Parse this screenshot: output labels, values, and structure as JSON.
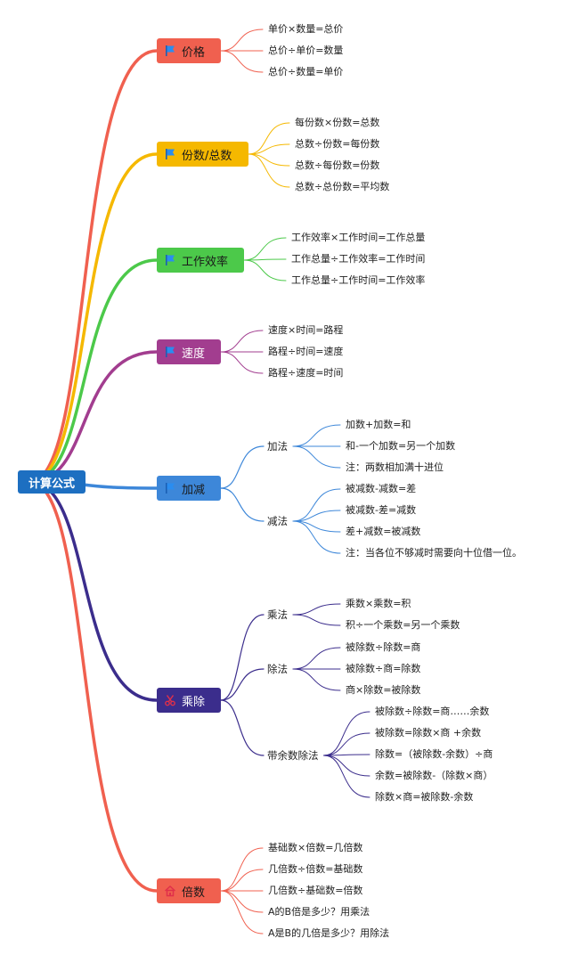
{
  "root": {
    "label": "计算公式",
    "color": "#1d6fc1"
  },
  "branches": [
    {
      "label": "价格",
      "color": "#f0604f",
      "icon": "flag-icon",
      "leaves": [
        "单价×数量=总价",
        "总价÷单价=数量",
        "总价÷数量=单价"
      ]
    },
    {
      "label": "份数/总数",
      "color": "#f5b800",
      "icon": "flag-icon",
      "leaves": [
        "每份数×份数=总数",
        "总数÷份数=每份数",
        "总数÷每份数=份数",
        "总数÷总份数=平均数"
      ]
    },
    {
      "label": "工作效率",
      "color": "#4cc94a",
      "icon": "flag-icon",
      "leaves": [
        "工作效率×工作时间=工作总量",
        "工作总量÷工作效率=工作时间",
        "工作总量÷工作时间=工作效率"
      ]
    },
    {
      "label": "速度",
      "color": "#a23d8f",
      "icon": "flag-icon",
      "leaves": [
        "速度×时间=路程",
        "路程÷时间=速度",
        "路程÷速度=时间"
      ]
    },
    {
      "label": "加减",
      "color": "#3d87d9",
      "icon": "flag-icon",
      "groups": [
        {
          "label": "加法",
          "leaves": [
            "加数+加数=和",
            "和-一个加数=另一个加数",
            "注：两数相加满十进位"
          ]
        },
        {
          "label": "减法",
          "leaves": [
            "被减数-减数=差",
            "被减数-差=减数",
            "差+减数=被减数",
            "注：当各位不够减时需要向十位借一位。"
          ]
        }
      ]
    },
    {
      "label": "乘除",
      "color": "#3b2d8c",
      "icon": "scissors-icon",
      "groups": [
        {
          "label": "乘法",
          "leaves": [
            "乘数×乘数=积",
            "积÷一个乘数=另一个乘数"
          ]
        },
        {
          "label": "除法",
          "leaves": [
            "被除数÷除数=商",
            "被除数÷商=除数",
            "商×除数=被除数"
          ]
        },
        {
          "label": "带余数除法",
          "leaves": [
            "被除数÷除数=商……余数",
            "被除数=除数×商 +余数",
            "除数=（被除数-余数）÷商",
            "余数=被除数-（除数×商）",
            "除数×商=被除数-余数"
          ]
        }
      ]
    },
    {
      "label": "倍数",
      "color": "#f0604f",
      "icon": "home-icon",
      "leaves": [
        "基础数×倍数=几倍数",
        "几倍数÷倍数=基础数",
        "几倍数÷基础数=倍数",
        "A的B倍是多少？用乘法",
        "A是B的几倍是多少？用除法"
      ]
    }
  ]
}
